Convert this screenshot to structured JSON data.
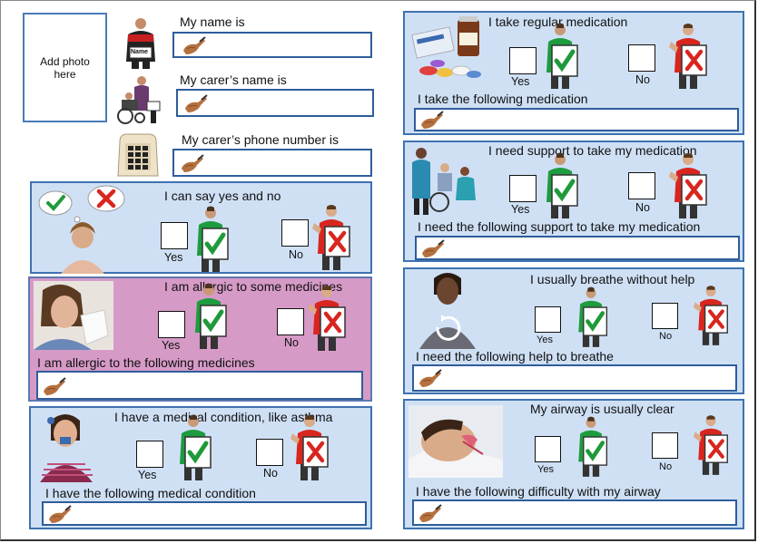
{
  "photo": {
    "label": "Add photo here"
  },
  "personal": {
    "name_label": "My name is",
    "name_sign": "Name",
    "carer_label": "My carer’s name is",
    "carer_phone_label": "My carer’s phone number is"
  },
  "yes_label": "Yes",
  "no_label": "No",
  "left_panels": [
    {
      "title": "I can say yes and no"
    },
    {
      "title": "I am allergic to some medicines",
      "detail": "I am allergic to the following medicines",
      "bg": "#d69ac7"
    },
    {
      "title": "I have a medical condition, like asthma",
      "detail": "I have the following medical condition"
    }
  ],
  "right_panels": [
    {
      "title": "I take regular medication",
      "detail": "I take the following medication"
    },
    {
      "title": "I need support to take my medication",
      "detail": "I need the following support to take my medication"
    },
    {
      "title": "I usually breathe without help",
      "detail": "I need the following help to breathe"
    },
    {
      "title": "My airway is usually clear",
      "detail": "I have the following difficulty with my airway"
    }
  ],
  "colors": {
    "panel_bg": "#cfe0f5",
    "panel_border": "#3f72b0",
    "pink_panel_bg": "#d69ac7",
    "tick_green": "#1f9a3a",
    "cross_red": "#d8261f"
  }
}
